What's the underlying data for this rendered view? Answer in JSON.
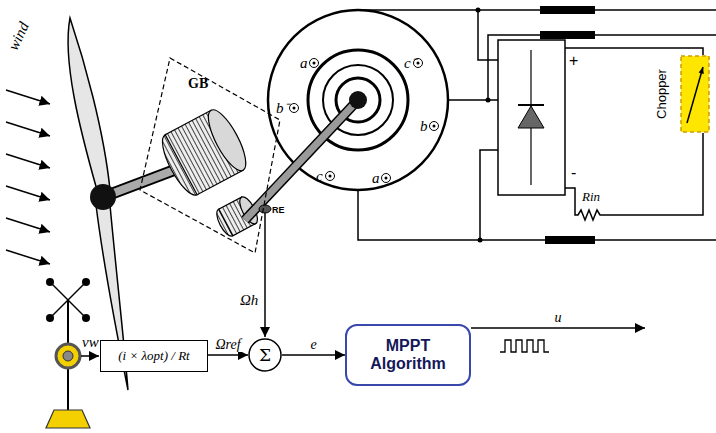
{
  "diagram": {
    "nodes": [
      {
        "text": [
          "GB"
        ]
      },
      {
        "text": [
          "Chopper"
        ]
      },
      {
        "text": [
          "(i × λopt) / Rt"
        ]
      },
      {
        "text": [
          "Σ"
        ]
      },
      {
        "text": [
          "MPPT Algorithm"
        ]
      }
    ],
    "edges": [
      {
        "from": 2,
        "to": 3,
        "arrow": "to",
        "label": "Ωref"
      },
      {
        "from": 3,
        "to": 4,
        "arrow": "to",
        "label": "e"
      },
      {
        "from": 4,
        "to": 1,
        "arrow": "to",
        "label": "u"
      }
    ],
    "labels": [
      "wind",
      "RE",
      "a",
      "b⁻",
      "c⁻",
      "b",
      "c",
      "a",
      "+",
      "-",
      "Rin",
      "Ωh",
      "vw"
    ]
  }
}
